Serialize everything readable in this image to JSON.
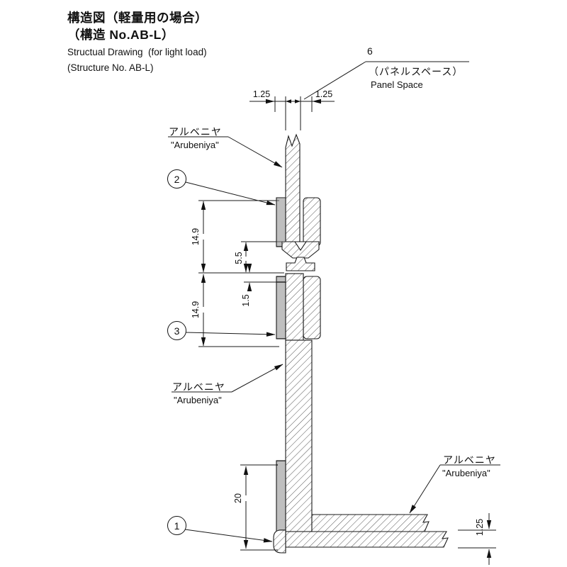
{
  "title": {
    "jp_line1": "構造図（軽量用の場合）",
    "jp_line2": "（構造 No.AB-L）",
    "en_line1": "Structual Drawing  (for light load)",
    "en_line2": "(Structure No. AB-L)"
  },
  "panel_space": {
    "value": "6",
    "label_jp": "（パネルスペース）",
    "label_en": "Panel Space"
  },
  "labels": {
    "arubeniya_jp": "アルベニヤ",
    "arubeniya_en": "\"Arubeniya\""
  },
  "dims": {
    "top_left": "1.25",
    "top_right": "1.25",
    "upper_149": "14.9",
    "lower_149": "14.9",
    "d55": "5.5",
    "d15": "1.5",
    "d20": "20",
    "bottom_125": "1.25"
  },
  "callouts": {
    "c1": "1",
    "c2": "2",
    "c3": "3"
  }
}
